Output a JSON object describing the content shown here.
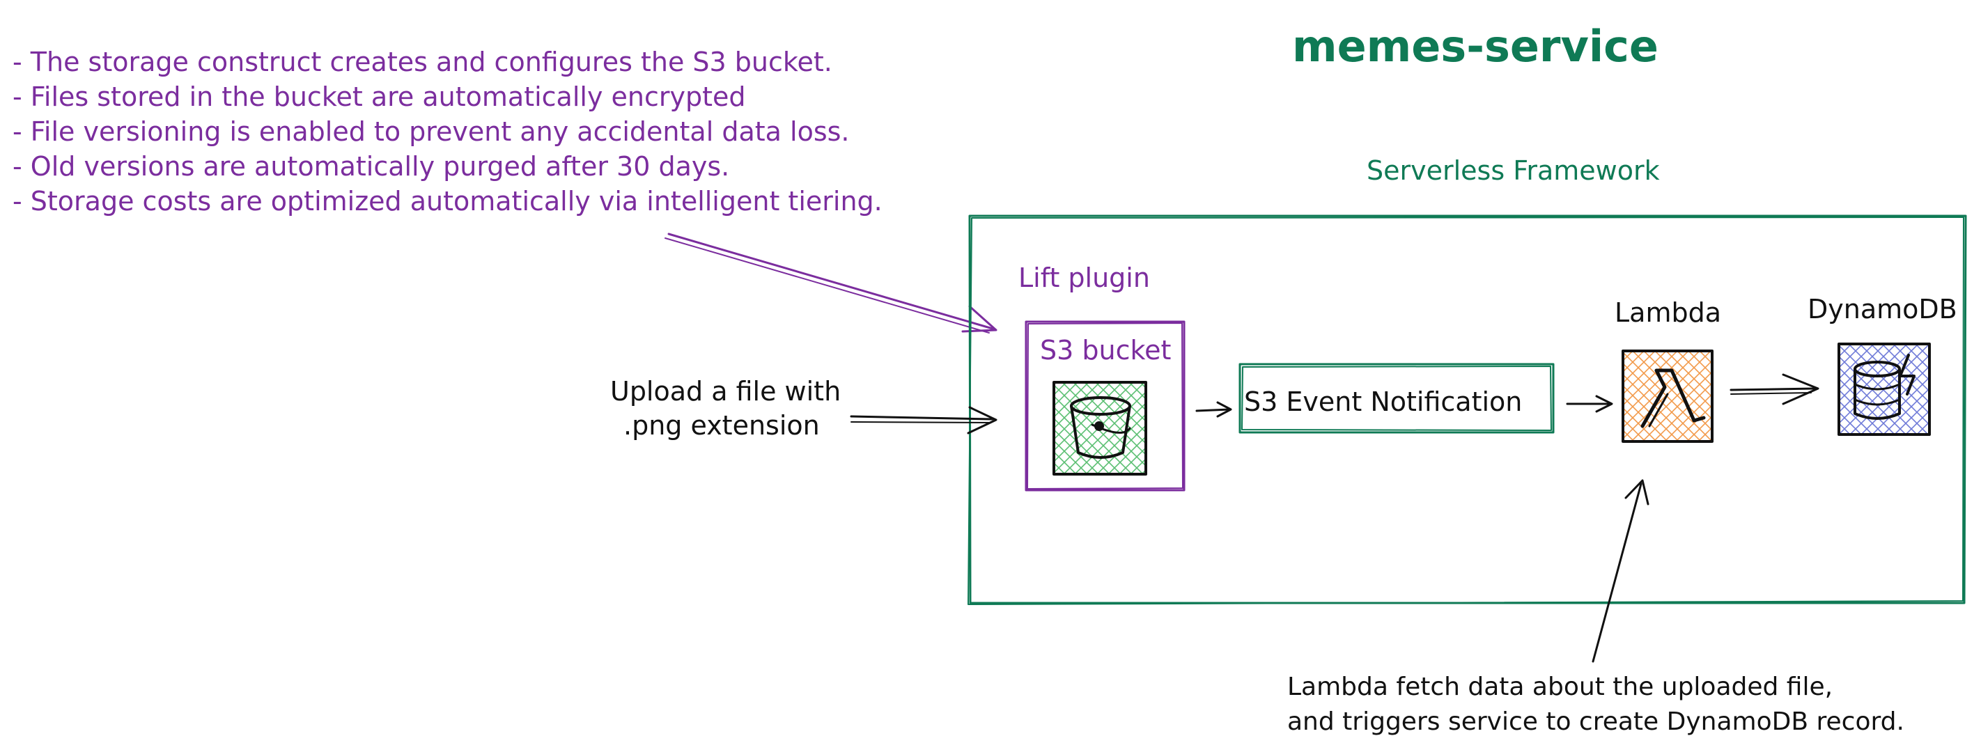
{
  "title": "memes-service",
  "notes": [
    "- The storage construct creates and configures the S3 bucket.",
    "- Files stored in the bucket are automatically encrypted",
    "- File versioning is enabled to prevent any accidental data loss.",
    "- Old versions are automatically purged after 30 days.",
    "- Storage costs are optimized automatically via intelligent tiering."
  ],
  "framework_label": "Serverless Framework",
  "plugin_label": "Lift plugin",
  "bucket_label": "S3 bucket",
  "upload_label": [
    "Upload a file with",
    ".png extension"
  ],
  "event_label": "S3 Event Notification",
  "lambda_label": "Lambda",
  "dynamo_label": "DynamoDB",
  "lambda_note": [
    "Lambda fetch data about the uploaded file,",
    "and triggers service to create DynamoDB record."
  ],
  "colors": {
    "note_purple": "#7b2d9e",
    "green": "#0f7a55",
    "lambda_fill": "#f4a35c",
    "bucket_fill": "#7fcf8f",
    "dynamo_fill": "#7c86e0",
    "ink": "#111111"
  },
  "icons": [
    "bucket-icon",
    "lambda-icon",
    "dynamodb-icon"
  ]
}
